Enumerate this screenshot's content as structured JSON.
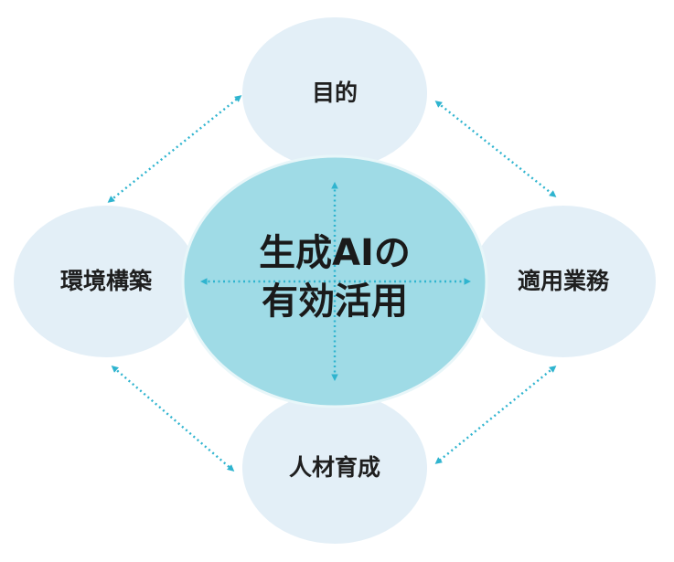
{
  "center": {
    "line1": "生成AIの",
    "line2": "有効活用"
  },
  "nodes": {
    "top": "目的",
    "left": "環境構築",
    "right": "適用業務",
    "bottom": "人材育成"
  },
  "colors": {
    "outer_circle": "#e3eff7",
    "center_circle": "#9fdbe6",
    "center_stroke": "#e8f6f9",
    "arrow": "#2fb4cf"
  }
}
